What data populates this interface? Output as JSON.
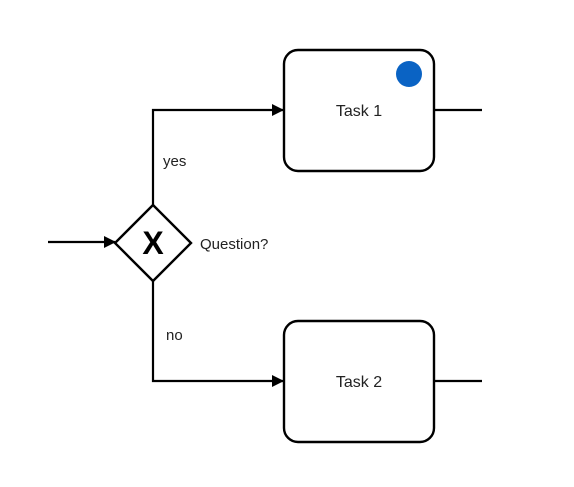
{
  "diagram": {
    "gateway": {
      "marker": "X",
      "label": "Question?",
      "icon": "exclusive-gateway-x-icon"
    },
    "branches": {
      "yes_label": "yes",
      "no_label": "no"
    },
    "tasks": [
      {
        "label": "Task 1",
        "status_marker_color": "#0a63c4"
      },
      {
        "label": "Task 2"
      }
    ],
    "colors": {
      "stroke": "#000000",
      "text": "#222222",
      "status_dot": "#0a63c4"
    }
  }
}
